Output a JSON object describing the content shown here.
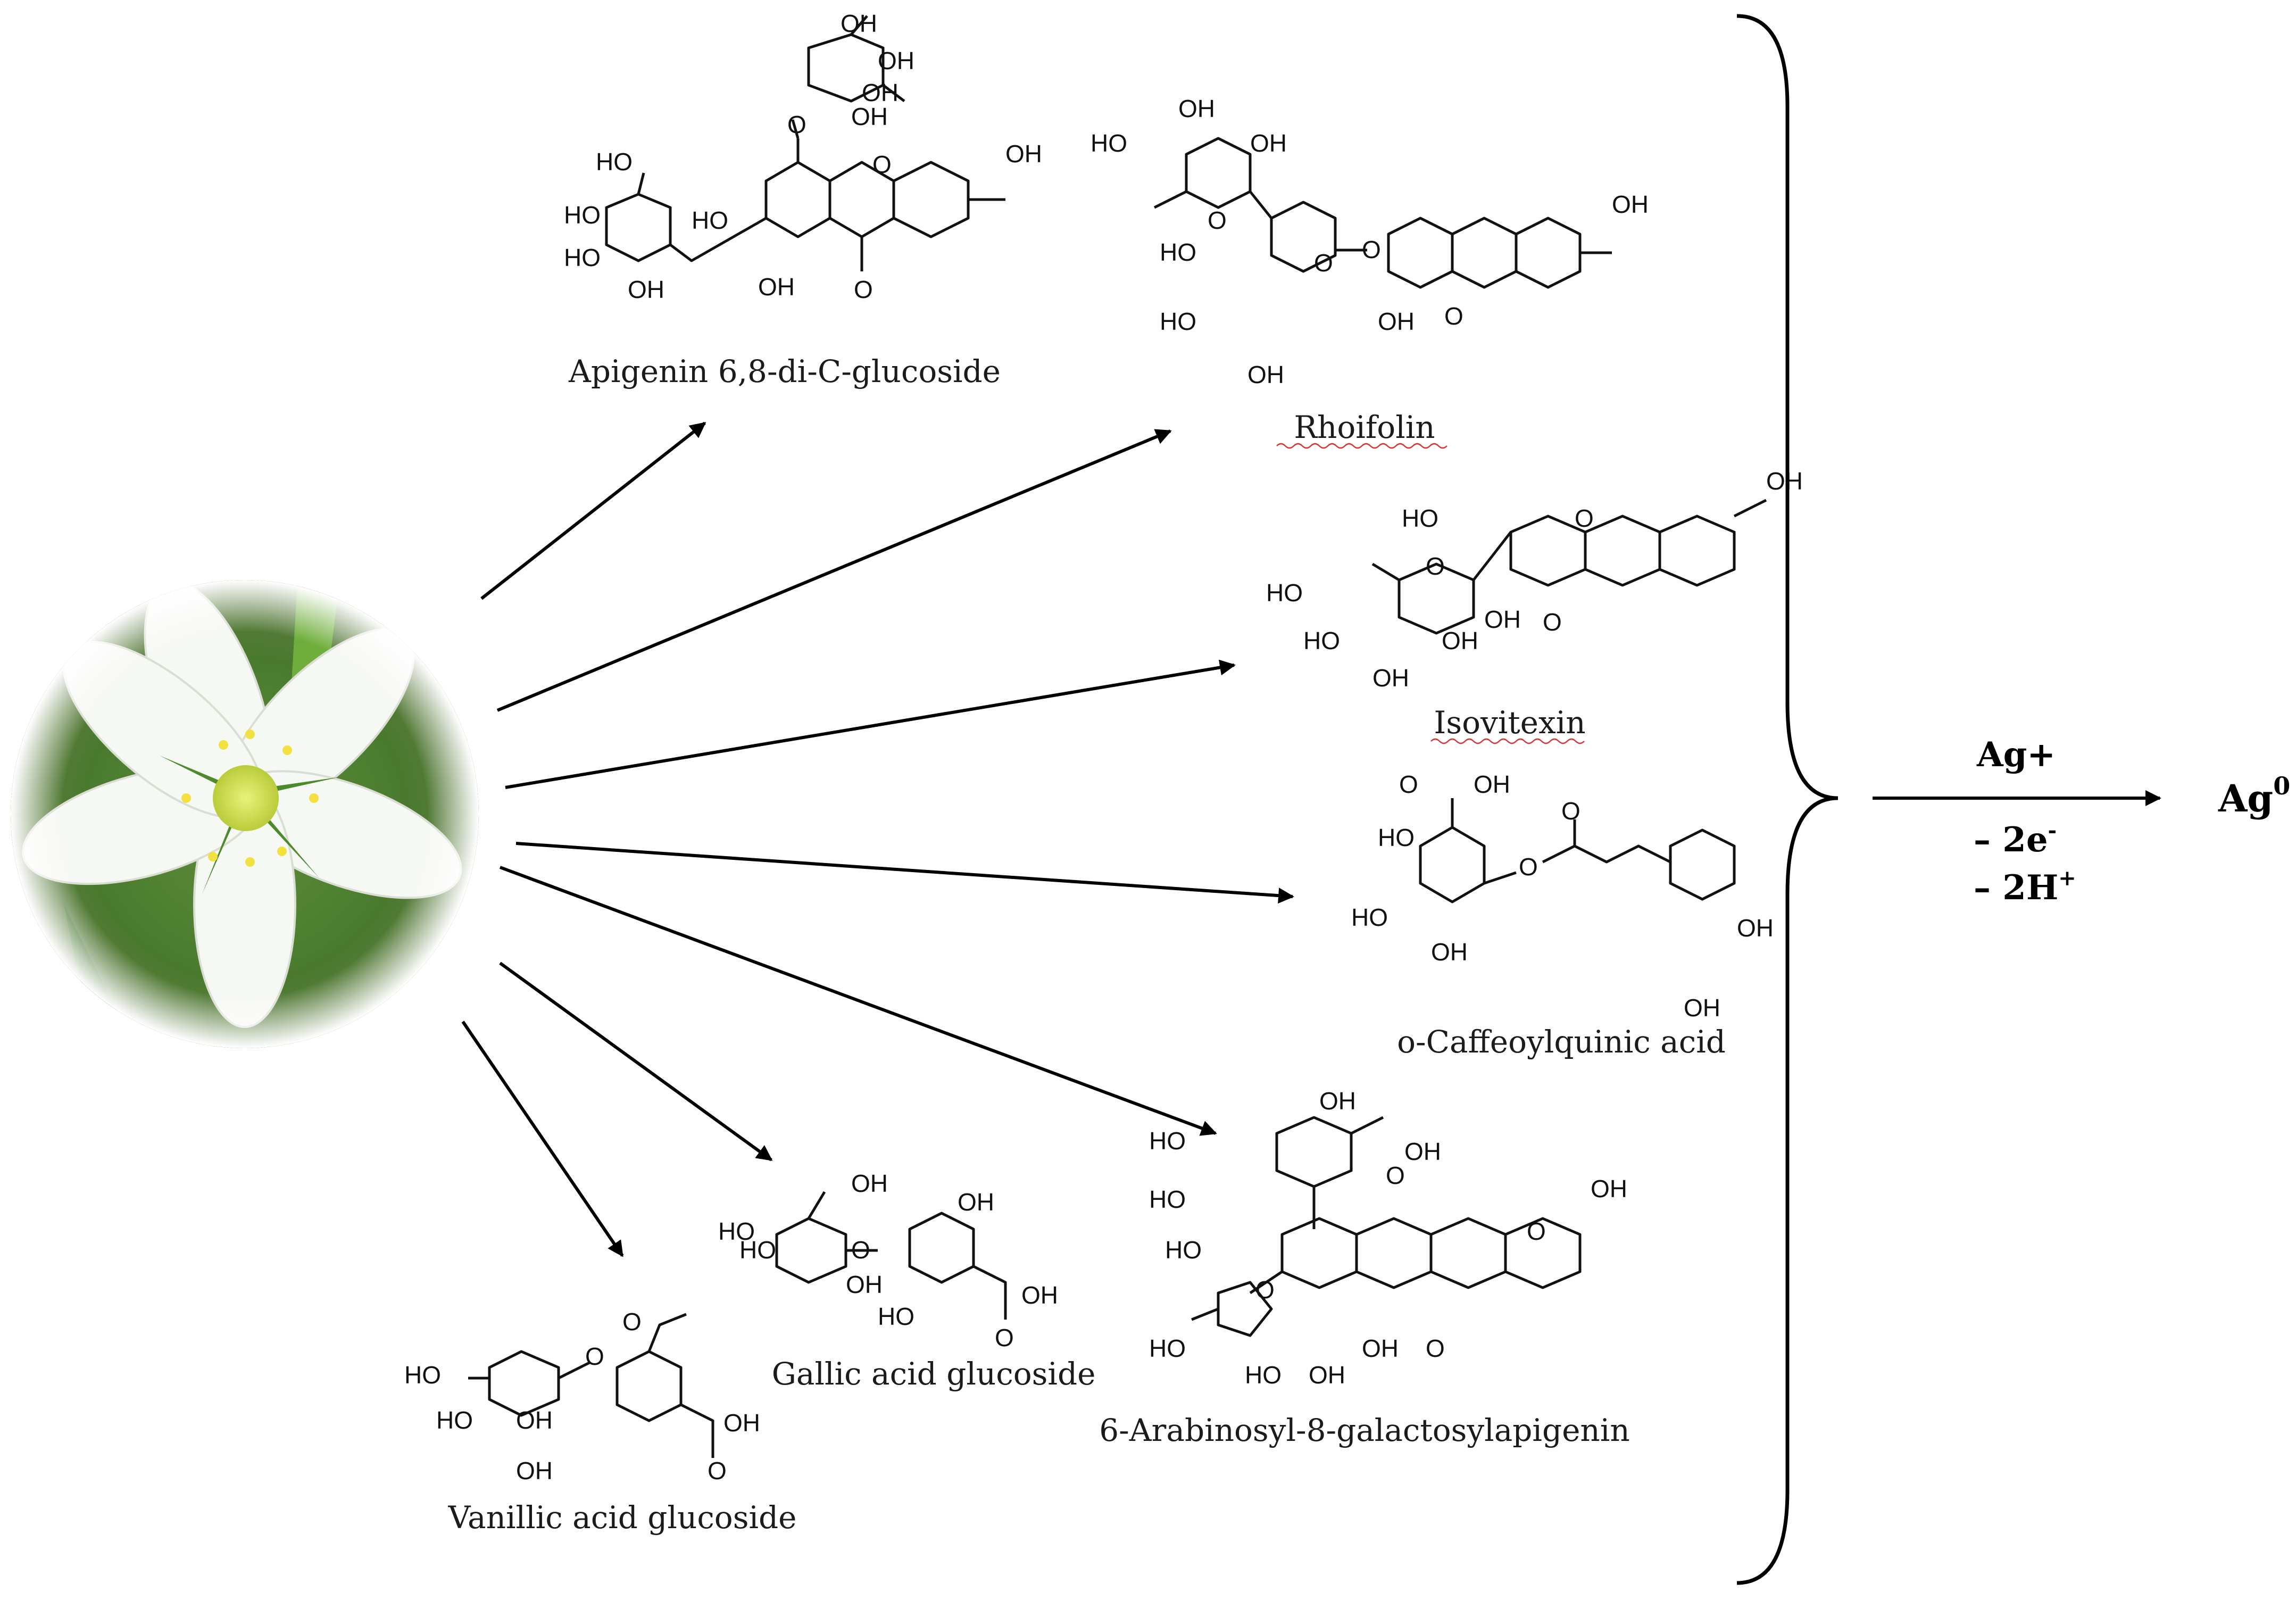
{
  "compounds": [
    {
      "id": "apigenin",
      "name": "Apigenin 6,8-di-C-glucoside"
    },
    {
      "id": "rhoifolin",
      "name": "Rhoifolin"
    },
    {
      "id": "isovitexin",
      "name": "Isovitexin"
    },
    {
      "id": "caffeoylquinic",
      "name": "o-Caffeoylquinic acid"
    },
    {
      "id": "arabinosyl",
      "name": "6-Arabinosyl-8-galactosylapigenin"
    },
    {
      "id": "gallic",
      "name": "Gallic acid glucoside"
    },
    {
      "id": "vanillic",
      "name": "Vanillic acid glucoside"
    }
  ],
  "reaction": {
    "reagent": "Ag+",
    "product_base": "Ag",
    "product_sup": "0",
    "condition_1_base": "– 2e",
    "condition_1_sup": "-",
    "condition_2_base": "– 2H",
    "condition_2_sup": "+"
  },
  "atoms": {
    "oh": "OH",
    "ho": "HO",
    "o": "O"
  },
  "colors": {
    "petal": "#f6f8f4",
    "leaf": "#3e7d2e",
    "flower_center": "#d6e35a",
    "spellcheck": "#d23a3a"
  },
  "icons": {
    "flower": "white-star-flower-photo"
  }
}
